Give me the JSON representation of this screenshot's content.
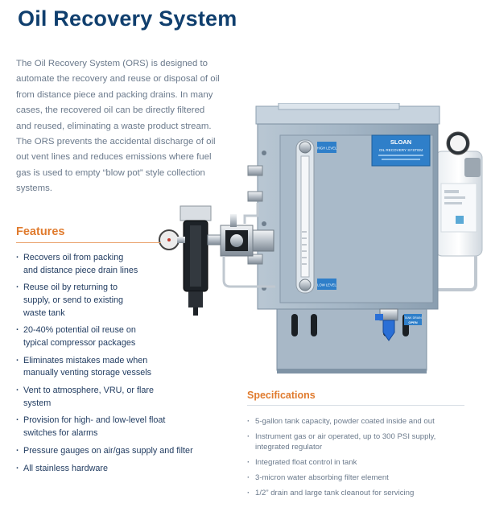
{
  "title": "Oil Recovery System",
  "intro": "The Oil Recovery System (ORS) is designed to automate the recovery and reuse or disposal of oil from distance piece and packing drains. In many cases, the recovered oil can be directly filtered and reused, eliminating a waste product stream. The ORS prevents the accidental discharge of oil out vent lines and reduces emissions where fuel gas is used to empty “blow pot” style collection systems.",
  "features": {
    "heading": "Features",
    "items": [
      {
        "lines": [
          "Recovers oil from packing",
          "and distance piece drain lines"
        ]
      },
      {
        "lines": [
          "Reuse oil by returning to",
          "supply, or send to existing",
          "waste tank"
        ]
      },
      {
        "lines": [
          "20-40% potential oil reuse on",
          "typical compressor packages"
        ]
      },
      {
        "lines": [
          "Eliminates mistakes made when",
          "manually venting storage vessels"
        ]
      },
      {
        "lines": [
          "Vent to atmosphere, VRU, or flare",
          "system"
        ]
      },
      {
        "lines": [
          "Provision for high- and low-level float",
          "switches for alarms"
        ]
      },
      {
        "lines": [
          "Pressure gauges on air/gas supply and filter"
        ]
      },
      {
        "lines": [
          "All stainless hardware"
        ]
      }
    ]
  },
  "specifications": {
    "heading": "Specifications",
    "items": [
      {
        "lines": [
          "5-gallon tank capacity, powder coated inside and out"
        ]
      },
      {
        "lines": [
          "Instrument gas or air operated, up to 300 PSI supply,",
          "integrated regulator"
        ]
      },
      {
        "lines": [
          "Integrated float control in tank"
        ]
      },
      {
        "lines": [
          "3-micron water absorbing filter element"
        ]
      },
      {
        "lines": [
          "1/2” drain and large tank cleanout for servicing"
        ]
      }
    ]
  },
  "product": {
    "nameplate_brand": "SLOAN",
    "nameplate_name": "OIL RECOVERY SYSTEM",
    "high_level_label": "HIGH LEVEL",
    "low_level_label": "LOW LEVEL",
    "valve_label_top": "TANK DRAIN",
    "valve_label_bottom": "OPEN"
  },
  "colors": {
    "title": "#103f6e",
    "accent_orange": "#e07b2e",
    "body_gray": "#6b7a8c",
    "list_navy": "#1f3a5f",
    "cabinet_blue_gray": "#9fb2c2",
    "label_blue": "#2f7fc9"
  }
}
